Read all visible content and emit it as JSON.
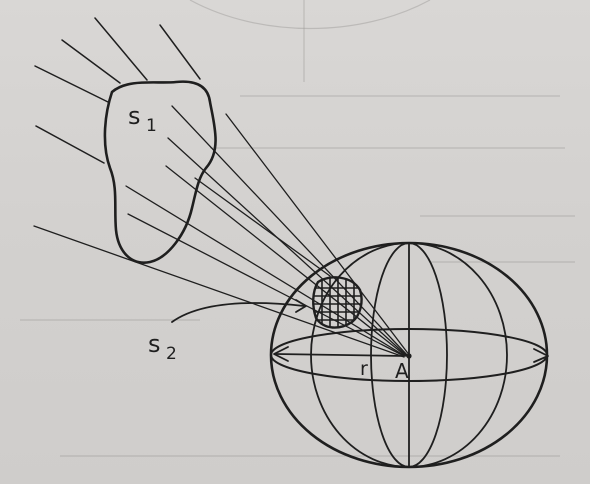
{
  "labels": {
    "s1_letter": "s",
    "s1_sub": "1",
    "s2_letter": "s",
    "s2_sub": "2",
    "r": "r",
    "a": "A"
  },
  "colors": {
    "ink": "#1f1f1f",
    "paper": "#d6d4d2"
  }
}
